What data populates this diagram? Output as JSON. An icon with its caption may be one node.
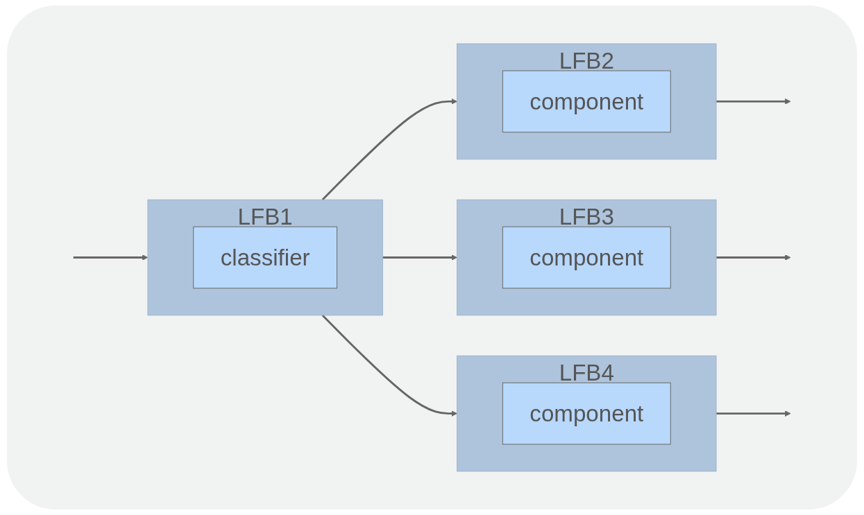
{
  "diagram": {
    "nodes": [
      {
        "text": [
          "LFB1"
        ]
      },
      {
        "text": [
          "classifier"
        ],
        "in": 0
      },
      {
        "text": [
          "LFB2"
        ]
      },
      {
        "text": [
          "component"
        ],
        "in": 2
      },
      {
        "text": [
          "LFB3"
        ]
      },
      {
        "text": [
          "component"
        ],
        "in": 4
      },
      {
        "text": [
          "LFB4"
        ]
      },
      {
        "text": [
          "component"
        ],
        "in": 6
      }
    ],
    "edges": [
      {
        "from": null,
        "to": 0,
        "arrow": "to"
      },
      {
        "from": 0,
        "to": 2,
        "arrow": "to"
      },
      {
        "from": 0,
        "to": 4,
        "arrow": "to"
      },
      {
        "from": 0,
        "to": 6,
        "arrow": "to"
      },
      {
        "from": 2,
        "to": null,
        "arrow": "to"
      },
      {
        "from": 4,
        "to": null,
        "arrow": "to"
      },
      {
        "from": 6,
        "to": null,
        "arrow": "to"
      }
    ]
  }
}
